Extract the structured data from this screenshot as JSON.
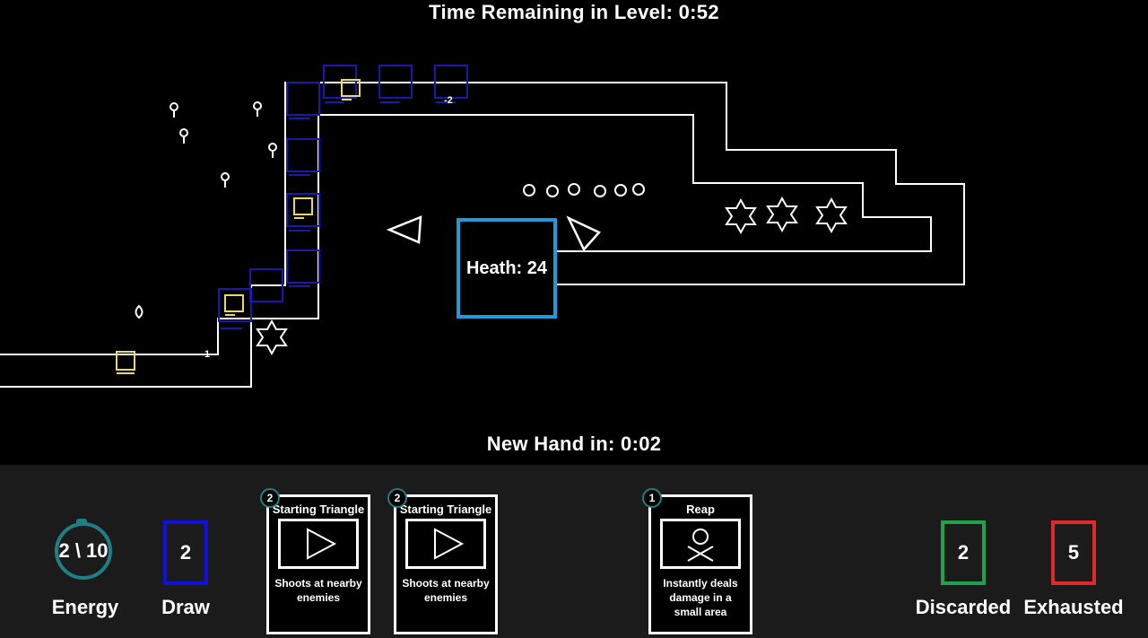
{
  "hud": {
    "time_remaining": "Time Remaining in Level: 0:52",
    "new_hand": "New Hand in: 0:02"
  },
  "base": {
    "health_text": "Heath: 24"
  },
  "towers": {
    "label_a": "-2",
    "label_b": "1"
  },
  "energy": {
    "value": "2 \\ 10",
    "label": "Energy"
  },
  "draw_pile": {
    "count": "2",
    "label": "Draw",
    "color": "#1010e0"
  },
  "discard_pile": {
    "count": "2",
    "label": "Discarded",
    "color": "#1fa24a"
  },
  "exhaust_pile": {
    "count": "5",
    "label": "Exhausted",
    "color": "#e02a2a"
  },
  "hand": [
    {
      "cost": "2",
      "title": "Starting Triangle",
      "icon": "triangle-play-icon",
      "description": "Shoots at nearby enemies"
    },
    {
      "cost": "2",
      "title": "Starting Triangle",
      "icon": "triangle-play-icon",
      "description": "Shoots at nearby enemies"
    },
    {
      "cost": "1",
      "title": "Reap",
      "icon": "skull-crossbones-icon",
      "description": "Instantly deals damage in a small area"
    }
  ],
  "colors": {
    "path": "#ffffff",
    "tower": "#1a1aa8",
    "tower_highlight": "#e8d86a",
    "base": "#1e9bd8",
    "accent": "#1f7f86",
    "tray": "#1b1b1b"
  }
}
